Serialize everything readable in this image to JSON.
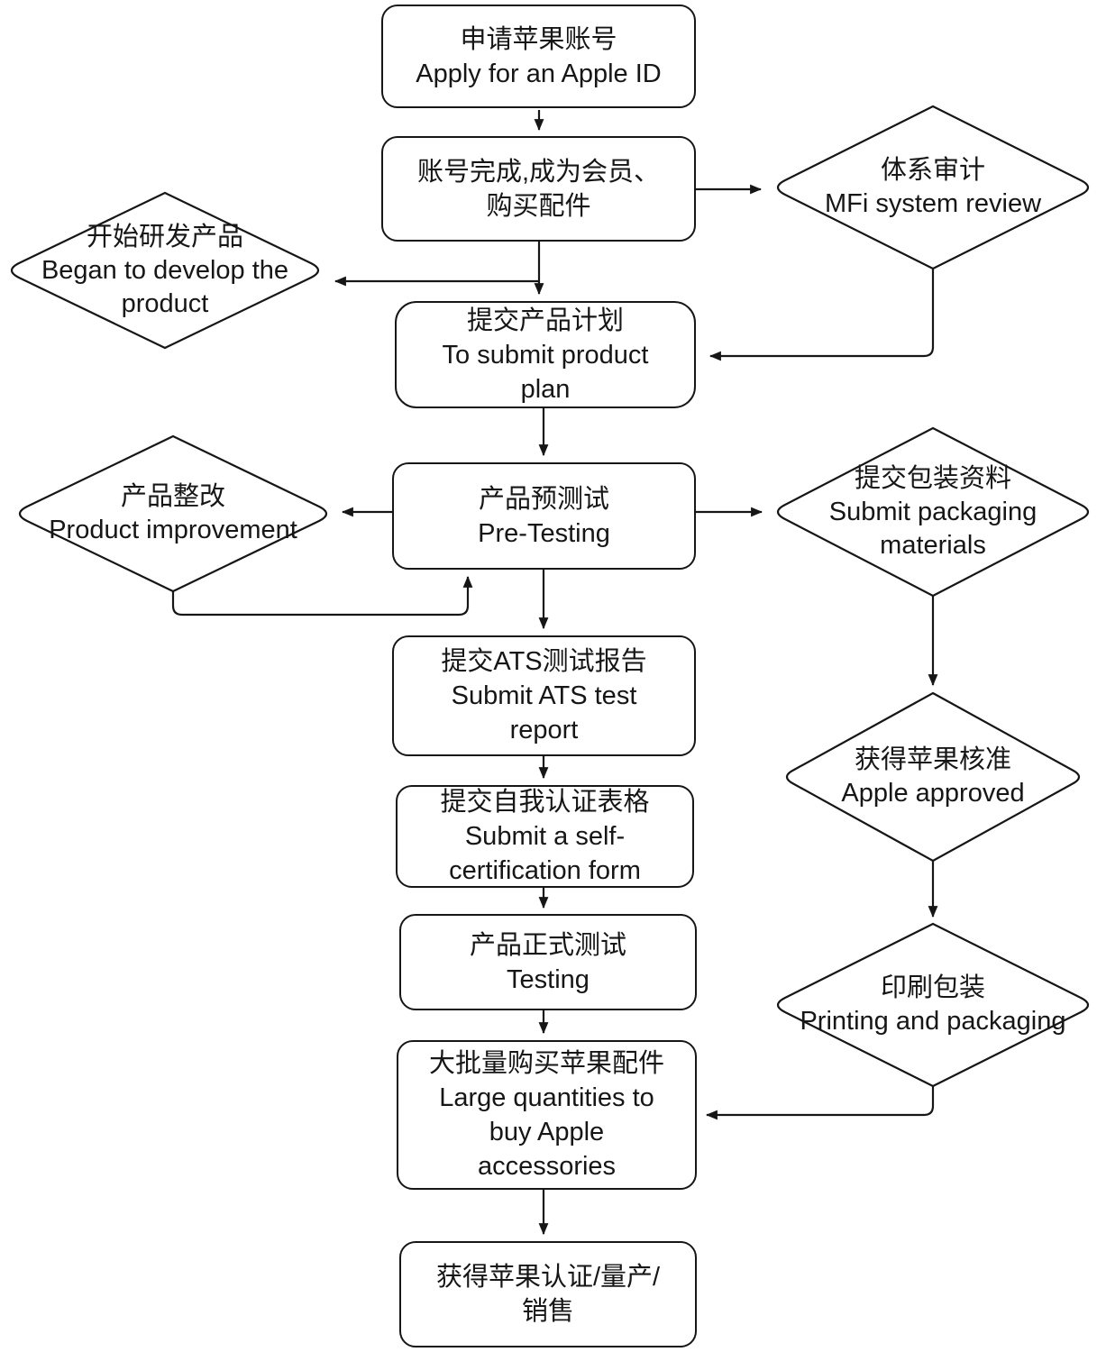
{
  "diagram": {
    "type": "flowchart",
    "language": "zh-CN / en",
    "colors": {
      "stroke": "#161616",
      "text": "#161616",
      "background": "#ffffff"
    },
    "nodes": {
      "apply_id": {
        "shape": "process",
        "lines": [
          "申请苹果账号",
          "Apply for an Apple ID"
        ]
      },
      "account_member": {
        "shape": "process",
        "lines": [
          "账号完成,成为会员、",
          "购买配件"
        ]
      },
      "mfi_review": {
        "shape": "decision",
        "lines": [
          "体系审计",
          "MFi system review"
        ]
      },
      "develop_product": {
        "shape": "decision",
        "lines": [
          "开始研发产品",
          "Began to develop the",
          "product"
        ]
      },
      "submit_plan": {
        "shape": "process",
        "lines": [
          "提交产品计划",
          "To submit product",
          "plan"
        ]
      },
      "pre_testing": {
        "shape": "process",
        "lines": [
          "产品预测试",
          "Pre-Testing"
        ]
      },
      "product_improvement": {
        "shape": "decision",
        "lines": [
          "产品整改",
          "Product improvement"
        ]
      },
      "submit_packaging": {
        "shape": "decision",
        "lines": [
          "提交包装资料",
          "Submit packaging",
          "materials"
        ]
      },
      "ats_report": {
        "shape": "process",
        "lines": [
          "提交ATS测试报告",
          "Submit ATS test",
          "report"
        ]
      },
      "self_certification": {
        "shape": "process",
        "lines": [
          "提交自我认证表格",
          "Submit a self-",
          "certification form"
        ]
      },
      "apple_approved": {
        "shape": "decision",
        "lines": [
          "获得苹果核准",
          "Apple approved"
        ]
      },
      "formal_testing": {
        "shape": "process",
        "lines": [
          "产品正式测试",
          "Testing"
        ]
      },
      "printing_packaging": {
        "shape": "decision",
        "lines": [
          "印刷包装",
          "Printing and packaging"
        ]
      },
      "buy_accessories": {
        "shape": "process",
        "lines": [
          "大批量购买苹果配件",
          "Large quantities to",
          "buy Apple",
          "accessories"
        ]
      },
      "certified_mass_production": {
        "shape": "process",
        "lines": [
          "获得苹果认证/量产/",
          "销售"
        ]
      }
    },
    "edges": [
      {
        "from": "apply_id",
        "to": "account_member"
      },
      {
        "from": "account_member",
        "to": "mfi_review"
      },
      {
        "from": "account_member",
        "to": "submit_plan"
      },
      {
        "from": "account_member",
        "to": "develop_product"
      },
      {
        "from": "mfi_review",
        "to": "submit_plan"
      },
      {
        "from": "submit_plan",
        "to": "pre_testing"
      },
      {
        "from": "pre_testing",
        "to": "product_improvement"
      },
      {
        "from": "product_improvement",
        "to": "pre_testing"
      },
      {
        "from": "pre_testing",
        "to": "submit_packaging"
      },
      {
        "from": "pre_testing",
        "to": "ats_report"
      },
      {
        "from": "submit_packaging",
        "to": "apple_approved"
      },
      {
        "from": "ats_report",
        "to": "self_certification"
      },
      {
        "from": "self_certification",
        "to": "formal_testing"
      },
      {
        "from": "apple_approved",
        "to": "printing_packaging"
      },
      {
        "from": "formal_testing",
        "to": "buy_accessories"
      },
      {
        "from": "printing_packaging",
        "to": "buy_accessories"
      },
      {
        "from": "buy_accessories",
        "to": "certified_mass_production"
      }
    ]
  }
}
